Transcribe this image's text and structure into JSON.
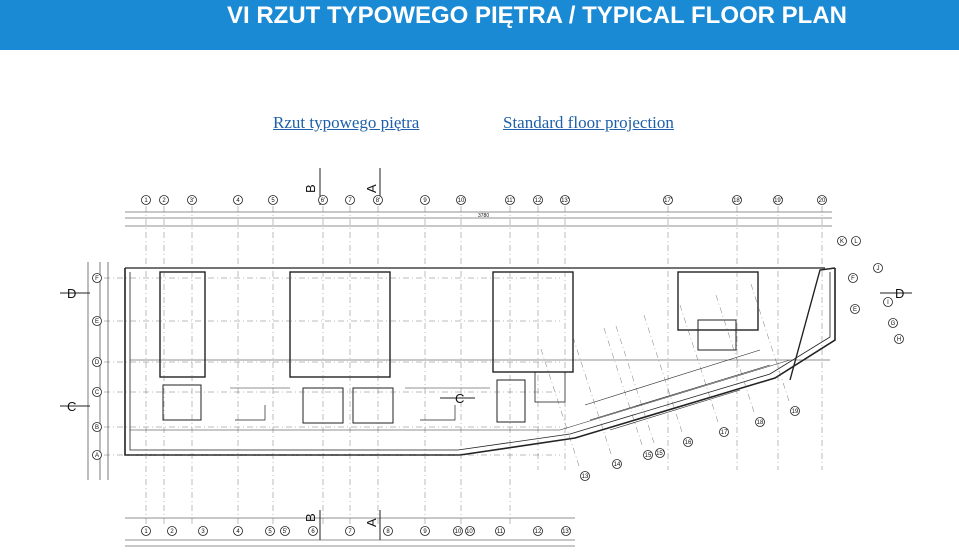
{
  "header": {
    "title": "VI RZUT TYPOWEGO PIĘTRA / TYPICAL FLOOR PLAN"
  },
  "subtitles": {
    "left": "Rzut typowego piętra",
    "right": "Standard floor projection"
  },
  "plan": {
    "grid_top": [
      "1",
      "2",
      "3'",
      "4",
      "5",
      "6'",
      "7",
      "8'",
      "9",
      "10",
      "11'",
      "12",
      "13'",
      "17'",
      "18'",
      "19'",
      "20"
    ],
    "grid_bottom": [
      "1",
      "2",
      "3",
      "4",
      "5",
      "5'",
      "6",
      "7",
      "8",
      "9",
      "10",
      "10'",
      "11",
      "12",
      "13'"
    ],
    "rows_left": [
      "F",
      "E",
      "D",
      "C",
      "B",
      "A"
    ],
    "rows_right": [
      "K",
      "L",
      "J",
      "F",
      "I",
      "E",
      "G",
      "H"
    ],
    "skew_axes": [
      "13",
      "14",
      "15",
      "15'",
      "16",
      "17",
      "18",
      "19"
    ],
    "section_top": [
      "B",
      "A"
    ],
    "section_bottom": [
      "B",
      "A"
    ],
    "section_side": [
      "D",
      "C",
      "D"
    ],
    "core_label": "C",
    "dim_total": "3780"
  }
}
